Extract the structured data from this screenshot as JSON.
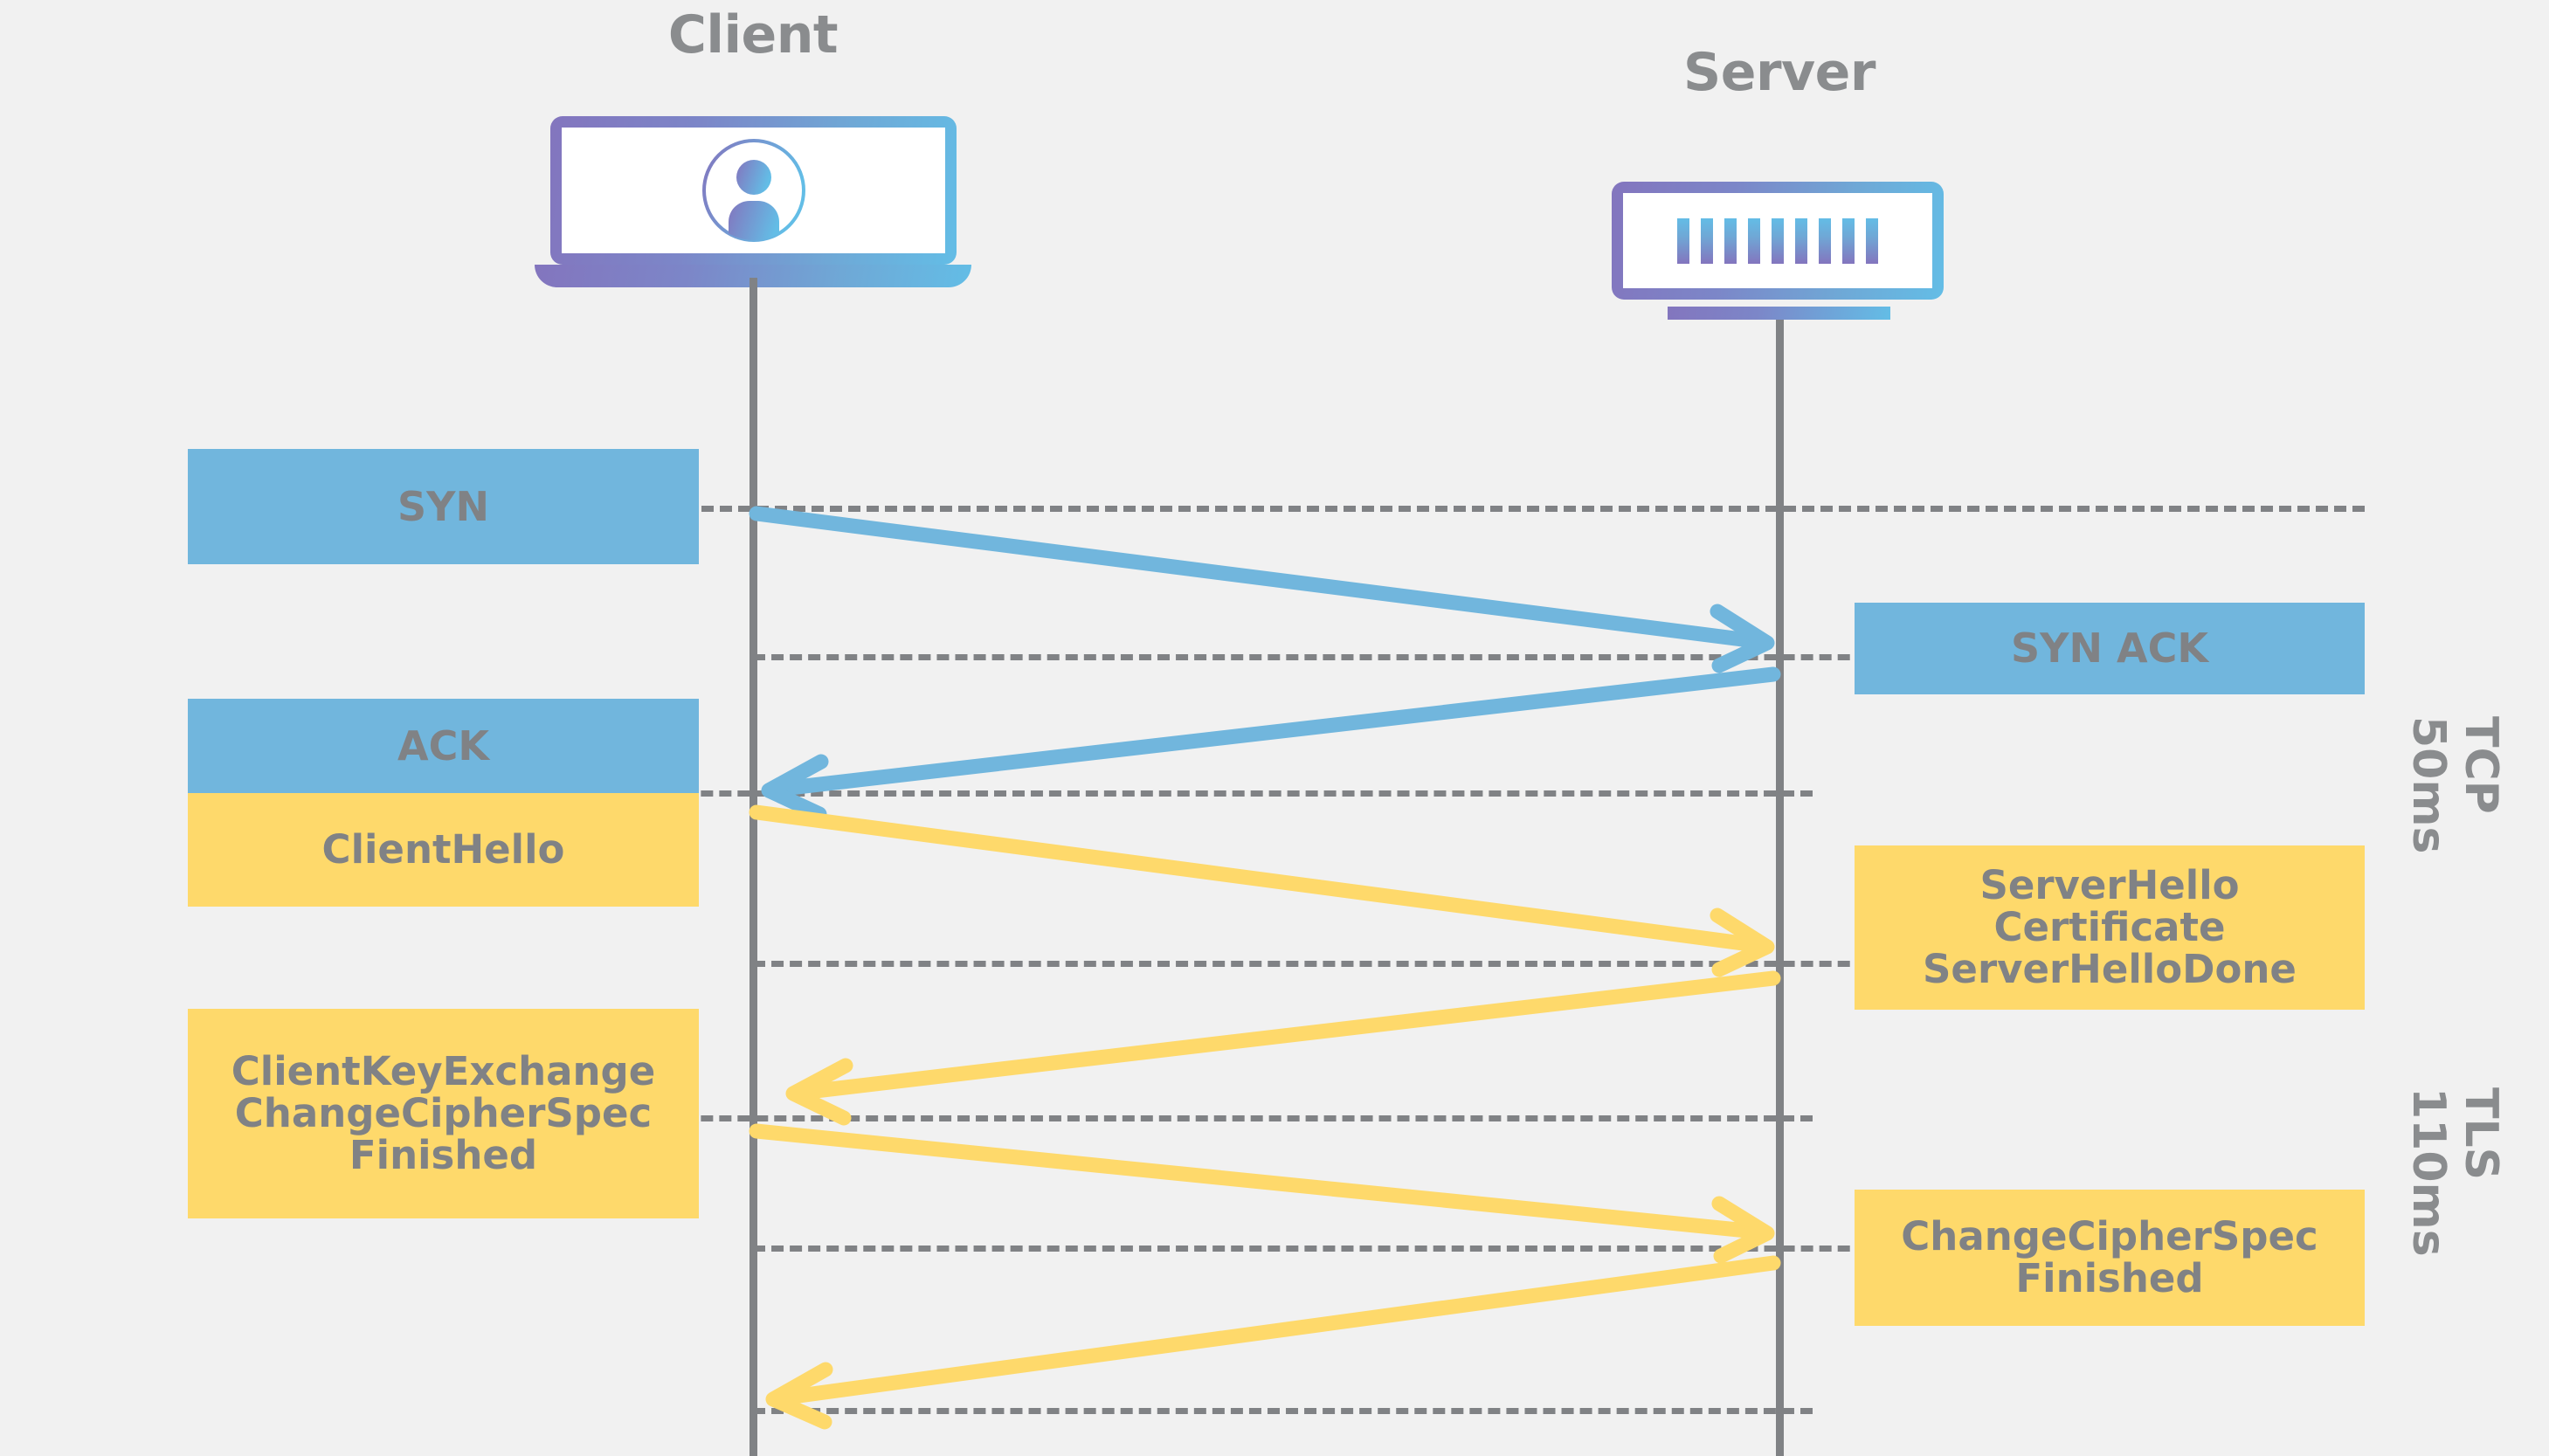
{
  "diagram": {
    "title_client": "Client",
    "title_server": "Server",
    "background_color": "#f1f1f1",
    "colors": {
      "tcp_blue": "#71b6dd",
      "tls_yellow": "#fed96b",
      "text_gray": "#808285",
      "lifeline_gray": "#808285",
      "icon_gradient_start": "#8375be",
      "icon_gradient_end": "#63bde6"
    },
    "icons": {
      "client": "laptop-user-icon",
      "server": "server-rack-icon"
    }
  },
  "client_messages": [
    {
      "id": "syn",
      "label": "SYN",
      "protocol": "TCP",
      "color": "blue"
    },
    {
      "id": "ack",
      "label": "ACK",
      "protocol": "TCP",
      "color": "blue"
    },
    {
      "id": "clienthello",
      "label": "ClientHello",
      "protocol": "TLS",
      "color": "yellow"
    },
    {
      "id": "clientkey",
      "label": "ClientKeyExchange\nChangeCipherSpec\nFinished",
      "protocol": "TLS",
      "color": "yellow"
    }
  ],
  "server_messages": [
    {
      "id": "synack",
      "label": "SYN ACK",
      "protocol": "TCP",
      "color": "blue"
    },
    {
      "id": "serverhello",
      "label": "ServerHello\nCertificate\nServerHelloDone",
      "protocol": "TLS",
      "color": "yellow"
    },
    {
      "id": "serverccs",
      "label": "ChangeCipherSpec\nFinished",
      "protocol": "TLS",
      "color": "yellow"
    }
  ],
  "phases": [
    {
      "id": "tcp",
      "name": "TCP",
      "latency": "50ms"
    },
    {
      "id": "tls",
      "name": "TLS",
      "latency": "110ms"
    }
  ],
  "arrows": [
    {
      "id": "syn-arrow",
      "from": "client",
      "to": "server",
      "color": "blue"
    },
    {
      "id": "synack-arrow",
      "from": "server",
      "to": "client",
      "color": "blue"
    },
    {
      "id": "clienthello-arrow",
      "from": "client",
      "to": "server",
      "color": "yellow"
    },
    {
      "id": "serverhello-arrow",
      "from": "server",
      "to": "client",
      "color": "yellow"
    },
    {
      "id": "clientkey-arrow",
      "from": "client",
      "to": "server",
      "color": "yellow"
    },
    {
      "id": "serverccs-arrow",
      "from": "server",
      "to": "client",
      "color": "yellow"
    }
  ]
}
